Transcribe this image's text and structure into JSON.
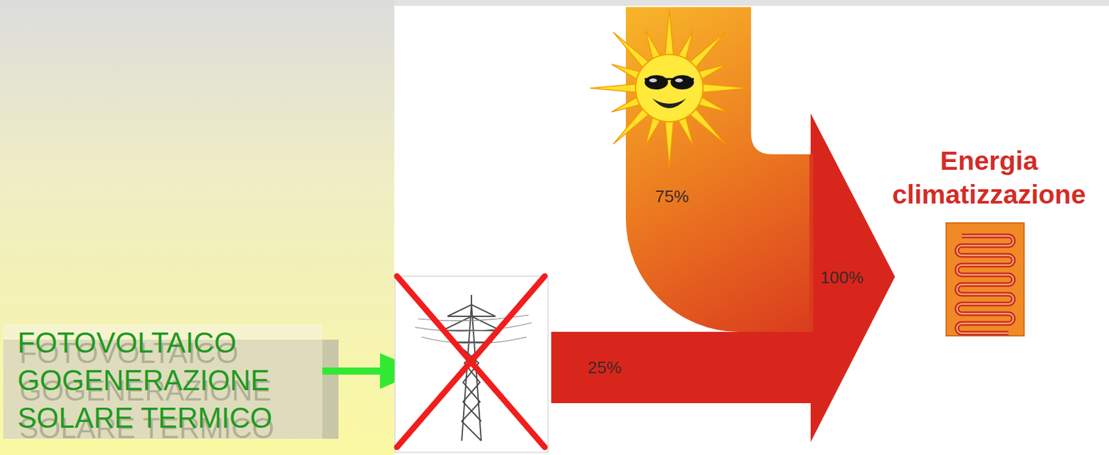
{
  "diagram": {
    "nodes": [
      {
        "text": [
          "FOTOVOLTAICO",
          "GOGENERAZIONE",
          "SOLARE TERMICO"
        ]
      },
      {
        "text": [
          "Energia climatizzazione"
        ]
      }
    ],
    "labels": [
      "75%",
      "25%",
      "100%"
    ]
  }
}
